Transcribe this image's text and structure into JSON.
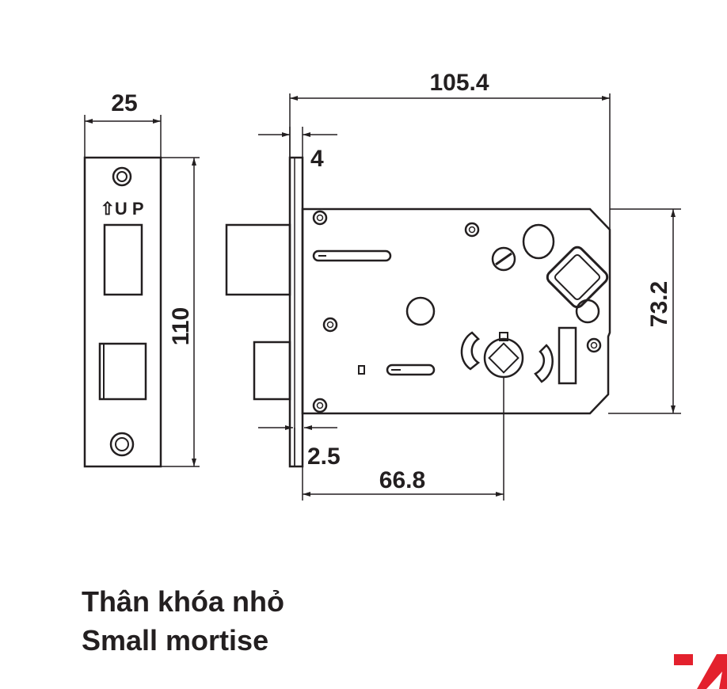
{
  "dimensions": {
    "faceplate_width": "25",
    "faceplate_height": "110",
    "body_width": "105.4",
    "faceplate_thickness": "4",
    "body_height": "73.2",
    "offset": "2.5",
    "backset": "66.8"
  },
  "faceplate": {
    "up_label": "⇧U P"
  },
  "caption": {
    "vietnamese": "Thân khóa nhỏ",
    "english": "Small mortise"
  },
  "colors": {
    "line": "#231f20",
    "brand": "#e3212d"
  },
  "icons": {
    "brand_logo": "brand-logo-icon"
  }
}
